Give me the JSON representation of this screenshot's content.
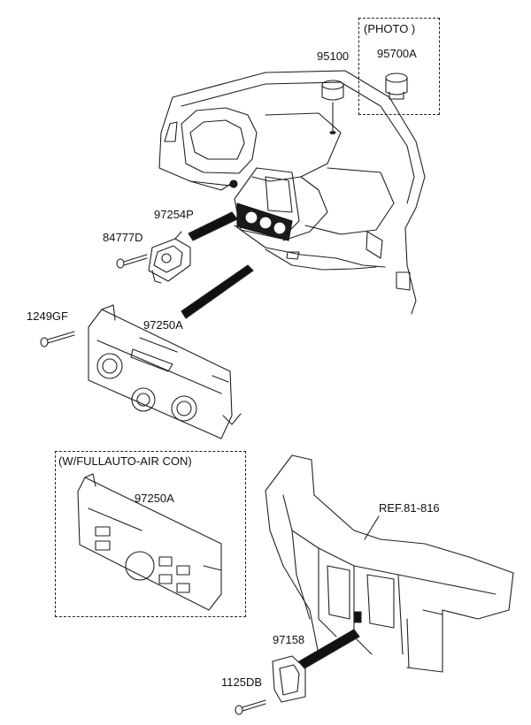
{
  "photo_box": {
    "title": "(PHOTO )",
    "part": "95700A"
  },
  "fullauto_box": {
    "title": "(W/FULLAUTO-AIR CON)",
    "part": "97250A"
  },
  "parts": {
    "p95100": "95100",
    "p97254P": "97254P",
    "p84777D": "84777D",
    "p1249GF": "1249GF",
    "p97250A": "97250A",
    "p97158": "97158",
    "p1125DB": "1125DB",
    "ref": "REF.81-816"
  }
}
